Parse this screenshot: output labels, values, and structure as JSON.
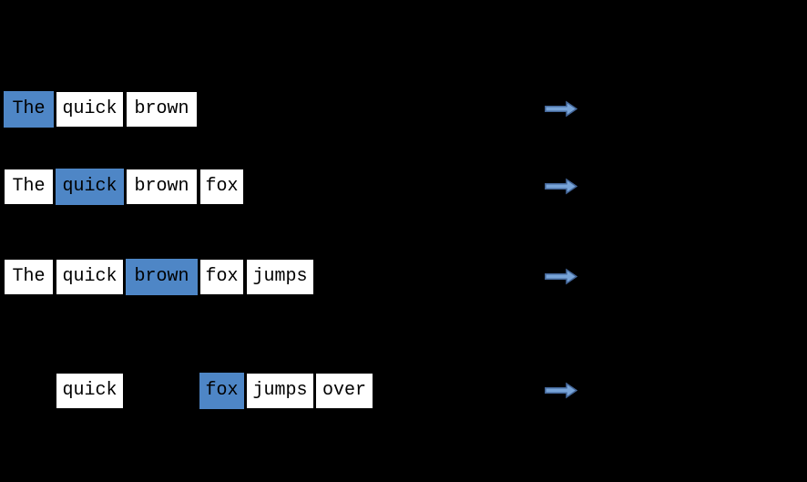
{
  "colors": {
    "background": "#000000",
    "box_fill": "#ffffff",
    "box_border": "#000000",
    "box_text": "#000000",
    "highlight_fill": "#4e86c6",
    "arrow_fill": "#78a4d8",
    "arrow_stroke": "#44679a"
  },
  "rows": [
    {
      "arrow_icon": "right-arrow-icon",
      "words": [
        {
          "text": "The",
          "col": 0,
          "highlighted": true
        },
        {
          "text": "quick",
          "col": 1,
          "highlighted": false
        },
        {
          "text": "brown",
          "col": 2,
          "highlighted": false
        }
      ]
    },
    {
      "arrow_icon": "right-arrow-icon",
      "words": [
        {
          "text": "The",
          "col": 0,
          "highlighted": false
        },
        {
          "text": "quick",
          "col": 1,
          "highlighted": true
        },
        {
          "text": "brown",
          "col": 2,
          "highlighted": false
        },
        {
          "text": "fox",
          "col": 3,
          "highlighted": false
        }
      ]
    },
    {
      "arrow_icon": "right-arrow-icon",
      "words": [
        {
          "text": "The",
          "col": 0,
          "highlighted": false
        },
        {
          "text": "quick",
          "col": 1,
          "highlighted": false
        },
        {
          "text": "brown",
          "col": 2,
          "highlighted": true
        },
        {
          "text": "fox",
          "col": 3,
          "highlighted": false
        },
        {
          "text": "jumps",
          "col": 4,
          "highlighted": false
        }
      ]
    },
    {
      "arrow_icon": "right-arrow-icon",
      "words": [
        {
          "text": "quick",
          "col": 1,
          "highlighted": false
        },
        {
          "text": "fox",
          "col": 3,
          "highlighted": true
        },
        {
          "text": "jumps",
          "col": 4,
          "highlighted": false
        },
        {
          "text": "over",
          "col": 5,
          "highlighted": false
        }
      ]
    }
  ]
}
